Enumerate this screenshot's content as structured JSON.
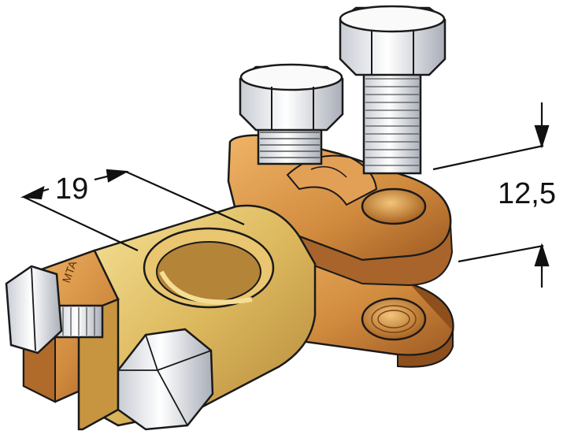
{
  "dimensions": {
    "bore_diameter": "19",
    "tab_thickness": "12,5"
  },
  "marking": "MTA",
  "colors": {
    "brass_light": "#f0d67a",
    "brass_mid": "#d9b458",
    "brass_dark": "#a87a2c",
    "copper_light": "#e8a050",
    "copper_dark": "#9e5a22",
    "bolt_light": "#f4f4f6",
    "bolt_shade": "#b8bcc4",
    "line": "#1a1a1a"
  }
}
